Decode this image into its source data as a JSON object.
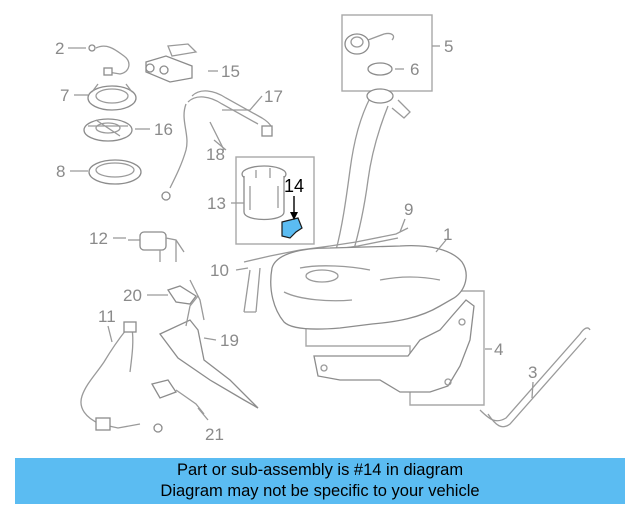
{
  "diagram": {
    "labels": [
      "1",
      "2",
      "3",
      "4",
      "5",
      "6",
      "7",
      "8",
      "9",
      "10",
      "11",
      "12",
      "13",
      "14",
      "15",
      "16",
      "17",
      "18",
      "19",
      "20",
      "21"
    ],
    "highlight_label": "14",
    "highlight_color": "#5bbcf2",
    "line_color": "#9a9a9a",
    "label_color": "#8a8a8a"
  },
  "banner": {
    "line1": "Part or sub-assembly is #14 in diagram",
    "line2": "Diagram may not be specific to your vehicle",
    "background": "#5bbcf2"
  }
}
